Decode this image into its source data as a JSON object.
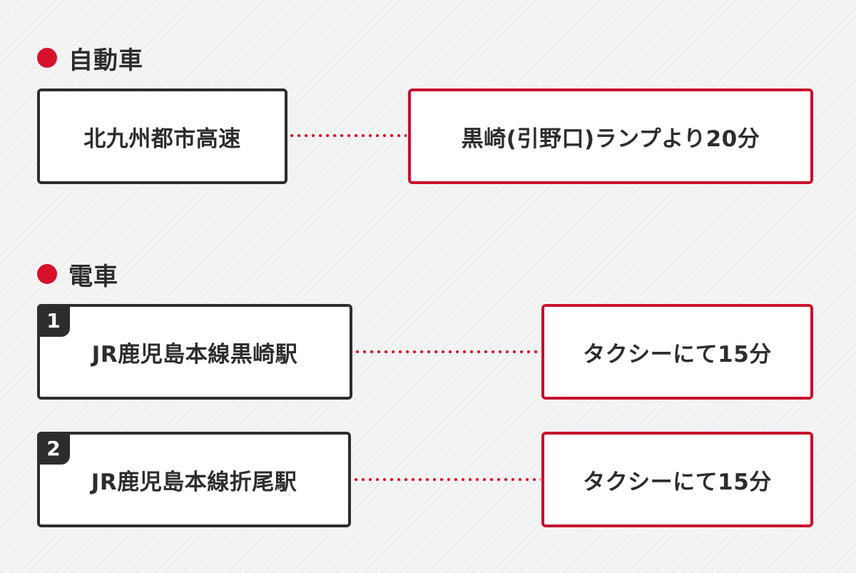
{
  "car": {
    "heading": "自動車",
    "route": "北九州都市高速",
    "detail": "黒崎(引野口)ランプより20分"
  },
  "train": {
    "heading": "電車",
    "routes": [
      {
        "number": "1",
        "station": "JR鹿児島本線黒崎駅",
        "detail": "タクシーにて15分"
      },
      {
        "number": "2",
        "station": "JR鹿児島本線折尾駅",
        "detail": "タクシーにて15分"
      }
    ]
  },
  "colors": {
    "accent": "#d7112b",
    "border_dark": "#2d2d2d",
    "border_red": "#c8102e",
    "background": "#f4f4f4"
  }
}
